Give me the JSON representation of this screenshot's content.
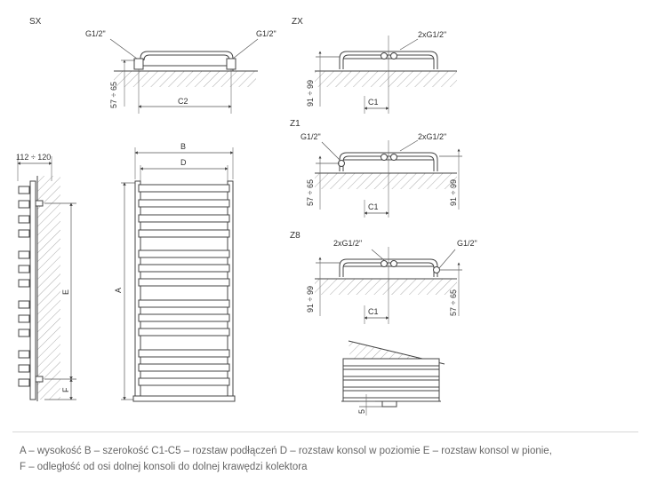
{
  "sections": {
    "sx": "SX",
    "zx": "ZX",
    "z1": "Z1",
    "z8": "Z8"
  },
  "labels": {
    "g12": "G1/2\"",
    "g12_2x": "2xG1/2\"",
    "d_57_65": "57 ÷ 65",
    "d_91_99": "91 ÷ 99",
    "c1": "C1",
    "c2": "C2",
    "d_112_120": "112 ÷ 120",
    "a": "A",
    "b": "B",
    "d": "D",
    "e": "E",
    "f": "F",
    "five": "5"
  },
  "legend": {
    "line1": "A – wysokość B – szerokość C1-C5 – rozstaw podłączeń D – rozstaw konsol w poziomie E – rozstaw konsol w pionie,",
    "line2": "F – odległość od osi dolnej konsoli do dolnej krawędzi kolektora"
  }
}
